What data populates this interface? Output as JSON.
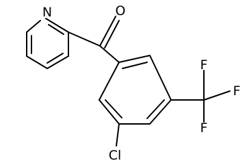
{
  "molecule": {
    "atoms": {
      "nitrogen": "N",
      "oxygen": "O",
      "chlorine": "Cl",
      "fluorine_1": "F",
      "fluorine_2": "F",
      "fluorine_3": "F"
    }
  }
}
